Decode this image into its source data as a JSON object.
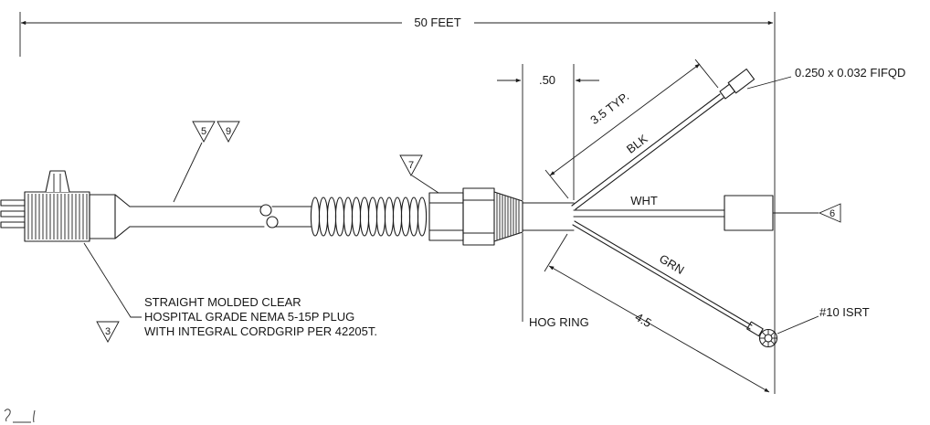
{
  "drawing": {
    "title_hint": "cable assembly drawing",
    "dimensions": {
      "overall": "50 FEET",
      "breakout": ".50",
      "blk_length": "3.5 TYP.",
      "grn_length": "4.5"
    },
    "wire_labels": {
      "black": "BLK",
      "white": "WHT",
      "green": "GRN"
    },
    "callouts": {
      "fifqd": "0.250 x 0.032 FIFQD",
      "isrt": "#10 ISRT",
      "hog_ring": "HOG RING"
    },
    "plug_note": {
      "line1": "STRAIGHT MOLDED CLEAR",
      "line2": "HOSPITAL GRADE NEMA 5-15P PLUG",
      "line3": "WITH INTEGRAL CORDGRIP PER 42205T."
    },
    "flags": {
      "f3": "3",
      "f5": "5",
      "f6": "6",
      "f7": "7",
      "f9": "9"
    },
    "colors": {
      "line": "#1c1c1c",
      "background": "#ffffff"
    }
  }
}
